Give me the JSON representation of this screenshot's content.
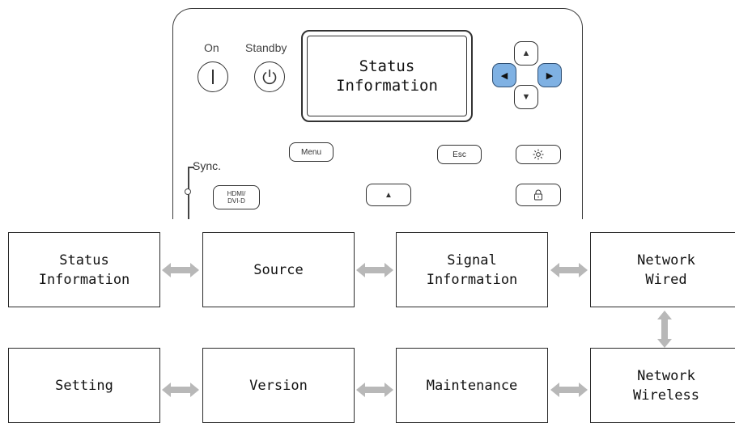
{
  "panel": {
    "on_label": "On",
    "standby_label": "Standby",
    "lcd": {
      "line1": "Status",
      "line2": "Information"
    },
    "menu_label": "Menu",
    "esc_label": "Esc",
    "sync_label": "Sync.",
    "hdmi_line1": "HDMI/",
    "hdmi_line2": "DVI-D",
    "up_glyph": "▲",
    "down_glyph": "▼",
    "left_glyph": "◀",
    "right_glyph": "▶",
    "highlight_color": "#7fb1e3"
  },
  "screens": [
    {
      "line1": "Status",
      "line2": "Information"
    },
    {
      "line1": "Source",
      "line2": ""
    },
    {
      "line1": "Signal",
      "line2": "Information"
    },
    {
      "line1": "Network",
      "line2": "Wired"
    },
    {
      "line1": "Setting",
      "line2": ""
    },
    {
      "line1": "Version",
      "line2": ""
    },
    {
      "line1": "Maintenance",
      "line2": ""
    },
    {
      "line1": "Network",
      "line2": "Wireless"
    }
  ],
  "arrow_color": "#b8b8b8"
}
